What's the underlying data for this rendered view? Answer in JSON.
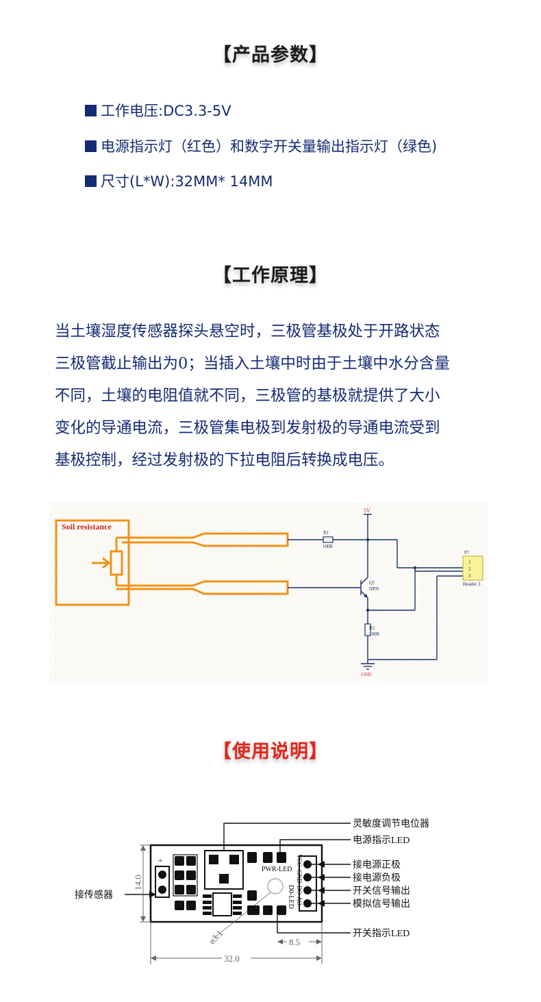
{
  "sections": {
    "params_title": "【产品参数】",
    "principle_title": "【工作原理】",
    "usage_title": "【使用说明】"
  },
  "params": [
    "工作电压:DC3.3-5V",
    "电源指示灯（红色）和数字开关量输出指示灯（绿色)",
    "尺寸(L*W):32MM* 14MM"
  ],
  "principle_lines": [
    "当土壤湿度传感器探头悬空时，三极管基极处于开路状态",
    "三极管截止输出为0；当插入土壤中时由于土壤中水分含量",
    "不同，土壤的电阻值就不同，三极管的基极就提供了大小",
    "变化的导通电流，三极管集电极到发射极的导通电流受到",
    "基极控制，经过发射极的下拉电阻后转换成电压。"
  ],
  "schematic": {
    "soil_label": "Soil resistance",
    "vcc": "5V",
    "r1": "R1",
    "r1_value": "100R",
    "q_ref": "Q?",
    "q_type": "NPN",
    "r2": "R2",
    "r2_value": "100R",
    "gnd": "GND",
    "header_ref": "P?",
    "header_name": "Header 3",
    "pins": [
      "1",
      "2",
      "3"
    ]
  },
  "board": {
    "labels": {
      "sensitivity": "灵敏度调节电位器",
      "power_led": "电源指示LED",
      "vcc_pin": "接电源正极",
      "gnd_pin": "接电源负极",
      "do_pin": "开关信号输出",
      "ao_pin": "模拟信号输出",
      "switch_led": "开关指示LED",
      "sensor": "接传感器"
    },
    "silk": {
      "pwr_led": "PWR-LED",
      "d0_led": "D0-LED",
      "vcc": "VCC",
      "gnd": "GND",
      "do": "DO",
      "ao": "AO",
      "plus": "+"
    },
    "dims": {
      "height": "14.0",
      "width": "32.0",
      "pin_offset": "8.5",
      "hole": "ø3.1"
    }
  },
  "colors": {
    "text_blue": "#142a73",
    "heading_red": "#e0261c",
    "probe_orange": "#f29114",
    "wire_navy": "#1c2f63"
  }
}
